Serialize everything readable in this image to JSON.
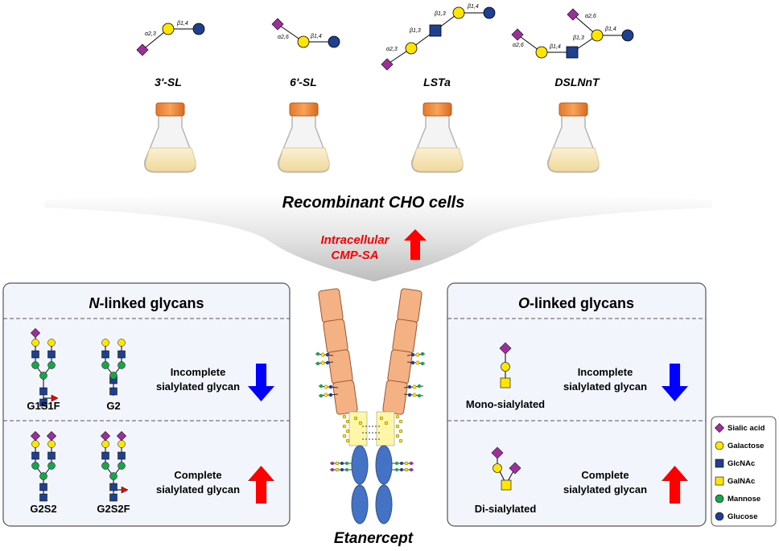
{
  "oligosaccharides": [
    {
      "name": "3'-SL",
      "linkages": [
        "α2,3",
        "β1,4"
      ]
    },
    {
      "name": "6'-SL",
      "linkages": [
        "α2,6",
        "β1,4"
      ]
    },
    {
      "name": "LSTa",
      "linkages": [
        "α2,3",
        "β1,3",
        "β1,3",
        "β1,4"
      ]
    },
    {
      "name": "DSLNnT",
      "linkages": [
        "α2,6",
        "α2,6",
        "β1,4",
        "β1,3",
        "β1,4"
      ]
    }
  ],
  "cells_label": "Recombinant CHO cells",
  "cmp": {
    "line1": "Intracellular",
    "line2": "CMP-SA"
  },
  "n_panel": {
    "title_italic": "N",
    "title_rest": "-linked glycans",
    "glycans_top": [
      "G1S1F",
      "G2"
    ],
    "glycans_bottom": [
      "G2S2",
      "G2S2F"
    ],
    "incomplete": [
      "Incomplete",
      "sialylated glycan"
    ],
    "complete": [
      "Complete",
      "sialylated glycan"
    ]
  },
  "o_panel": {
    "title_italic": "O",
    "title_rest": "-linked glycans",
    "top_label": "Mono-sialylated",
    "bottom_label": "Di-sialylated",
    "incomplete": [
      "Incomplete",
      "sialylated glycan"
    ],
    "complete": [
      "Complete",
      "sialylated glycan"
    ]
  },
  "protein_label": "Etanercept",
  "legend": [
    {
      "label": "Sialic acid",
      "shape": "diamond",
      "color": "#9b2f9b"
    },
    {
      "label": "Galactose",
      "shape": "circle",
      "color": "#ffe600"
    },
    {
      "label": "GlcNAc",
      "shape": "square",
      "color": "#1f3f8f"
    },
    {
      "label": "GalNAc",
      "shape": "square",
      "color": "#ffe600"
    },
    {
      "label": "Mannose",
      "shape": "circle",
      "color": "#1aa34a"
    },
    {
      "label": "Glucose",
      "shape": "circle",
      "color": "#1f3f8f"
    }
  ],
  "colors": {
    "up_arrow": "#ff0000",
    "down_arrow": "#0000ff",
    "cmp_text": "#ff0000",
    "domain": "#f4b183",
    "fc": "#4472c4",
    "panel_bg": "#f2f6fc"
  }
}
